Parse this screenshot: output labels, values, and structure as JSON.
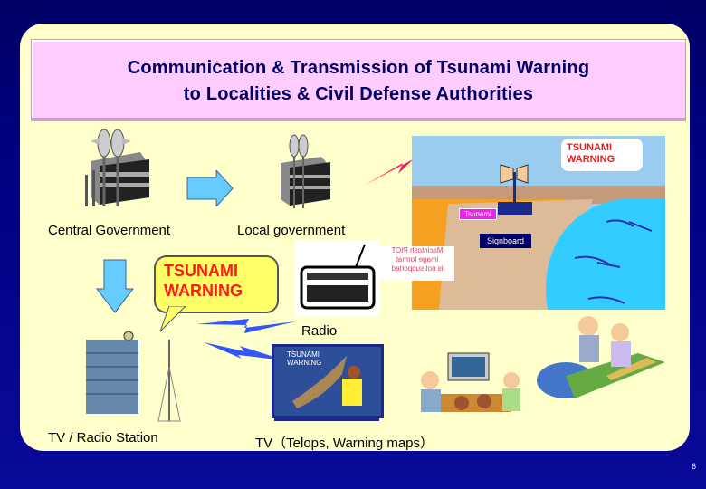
{
  "slide": {
    "title_line1": "Communication & Transmission of Tsunami Warning",
    "title_line2": "to Localities & Civil Defense Authorities",
    "page_number": "6",
    "colors": {
      "background": "#000080",
      "panel": "#ffffcc",
      "title_box": "#ffccff",
      "title_text": "#000066",
      "warning_red": "#ff1a1a",
      "arrow_blue": "#66ccff",
      "bolt_red": "#ff1a66",
      "bolt_blue": "#3355ff"
    }
  },
  "nodes": {
    "central_government": {
      "label": "Central Government",
      "icon": "government-building-icon"
    },
    "local_government": {
      "label": "Local government",
      "icon": "government-building-icon"
    },
    "tv_radio_station": {
      "label": "TV / Radio Station",
      "icon": "broadcast-station-icon"
    },
    "radio": {
      "label": "Radio",
      "icon": "radio-icon"
    },
    "tv": {
      "label": "TV（Telops, Warning maps）",
      "screen_text_line1": "TSUNAMI",
      "screen_text_line2": "WARNING",
      "icon": "tv-icon"
    }
  },
  "bubbles": {
    "main_warning": {
      "line1": "TSUNAMI",
      "line2": "WARNING"
    },
    "siren_warning": {
      "line1": "TSUNAMI",
      "line2": "WARNING"
    }
  },
  "scene": {
    "tsunami_sign": "Tsunami",
    "signboard_label": "Signboard",
    "pict_placeholder_line1": "Macintosh PICT",
    "pict_placeholder_line2": "image format",
    "pict_placeholder_line3": "is not supported"
  }
}
